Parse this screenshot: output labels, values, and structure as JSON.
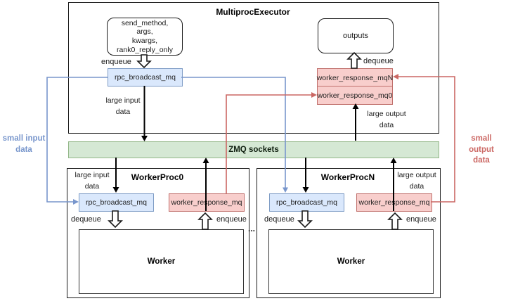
{
  "diagram": {
    "executor": {
      "title": "MultiprocExecutor",
      "input_args": "send_method,\nargs,\nkwargs,\nrank0_reply_only",
      "enqueue_label": "enqueue",
      "rpc_mq": "rpc_broadcast_mq",
      "large_input_label": "large input\ndata",
      "outputs": "outputs",
      "dequeue_label": "dequeue",
      "response_mq_n": "worker_response_mqN",
      "response_mq_0": "worker_response_mq0",
      "large_output_label": "large output\ndata"
    },
    "zmq": {
      "label": "ZMQ sockets"
    },
    "annotations": {
      "small_input": "small input\ndata",
      "small_output": "small output\ndata",
      "ellipsis": "..."
    },
    "worker_proc_0": {
      "title": "WorkerProc0",
      "large_input_label": "large input\ndata",
      "rpc_mq": "rpc_broadcast_mq",
      "response_mq": "worker_response_mq",
      "dequeue_label": "dequeue",
      "enqueue_label": "enqueue",
      "worker": "Worker"
    },
    "worker_proc_n": {
      "title": "WorkerProcN",
      "large_output_label": "large output\ndata",
      "rpc_mq": "rpc_broadcast_mq",
      "response_mq": "worker_response_mq",
      "dequeue_label": "dequeue",
      "enqueue_label": "enqueue",
      "worker": "Worker"
    },
    "colors": {
      "queue_blue_fill": "#dae8fc",
      "queue_blue_stroke": "#7e9cc5",
      "queue_red_fill": "#f8cecc",
      "queue_red_stroke": "#c0706c",
      "zmq_green_fill": "#d5e8d4",
      "zmq_green_stroke": "#93b788",
      "small_input_color": "#7896cc",
      "small_output_color": "#cc6965",
      "black_arrow": "#000000"
    }
  }
}
